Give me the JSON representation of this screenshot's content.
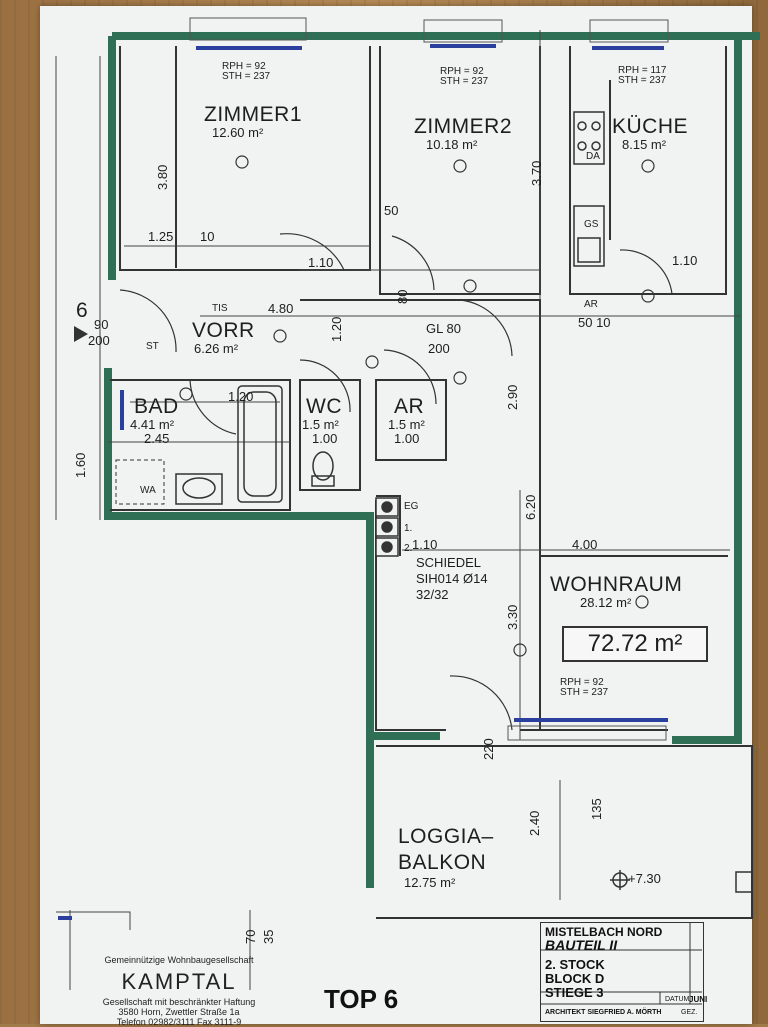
{
  "rooms": [
    {
      "id": "zimmer1",
      "name": "ZIMMER1",
      "area": "12.60 m²",
      "rph": "RPH = 92",
      "sth": "STH = 237"
    },
    {
      "id": "zimmer2",
      "name": "ZIMMER2",
      "area": "10.18 m²",
      "rph": "RPH = 92",
      "sth": "STH = 237"
    },
    {
      "id": "kueche",
      "name": "KÜCHE",
      "area": "8.15 m²",
      "rph": "RPH = 117",
      "sth": "STH = 237"
    },
    {
      "id": "vorr",
      "name": "VORR",
      "area": "6.26 m²"
    },
    {
      "id": "bad",
      "name": "BAD",
      "area": "4.41 m²"
    },
    {
      "id": "wc",
      "name": "WC",
      "area": "1.5 m²"
    },
    {
      "id": "ar",
      "name": "AR",
      "area": "1.5 m²"
    },
    {
      "id": "wohnraum",
      "name": "WOHNRAUM",
      "area": "28.12 m²",
      "rph": "RPH = 92",
      "sth": "STH = 237"
    },
    {
      "id": "loggia",
      "name_line1": "LOGGIA–",
      "name_line2": "BALKON",
      "area": "12.75 m²"
    }
  ],
  "total_area": "72.72 m²",
  "chimney": {
    "line1": "SCHIEDEL",
    "line2": "SIH014 Ø14",
    "line3": "32/32"
  },
  "dimensions": {
    "d380": "3.80",
    "d370": "3.70",
    "d125": "1.25",
    "d110a": "1.10",
    "d110b": "1.10",
    "d480": "4.80",
    "d120a": "1.20",
    "d120b": "1.20",
    "d245": "2.45",
    "d100": "1.00",
    "d100b": "1.00",
    "d290": "2.90",
    "d620": "6.20",
    "d400": "4.00",
    "d110c": "1.10",
    "d330": "3.30",
    "d240": "2.40",
    "d730": "+7.30",
    "d160": "1.60",
    "d90": "90",
    "d200": "200",
    "d50": "50",
    "d10": "10",
    "d80": "80",
    "d220": "220",
    "d135": "135",
    "d7035a": "70",
    "d7035b": "35",
    "gl80": "GL 80",
    "gl200": "200",
    "ar5010": "50 10",
    "ar_small": "AR",
    "eg": "EG",
    "one": "1.",
    "two": "2.",
    "st": "ST",
    "tis": "TIS",
    "wa": "WA",
    "da": "DA",
    "gs": "GS",
    "n6": "6"
  },
  "logo": {
    "line1": "Gemeinnützige Wohnbaugesellschaft",
    "name": "KAMPTAL",
    "line2": "Gesellschaft mit beschränkter Haftung",
    "line3": "3580 Horn, Zwettler Straße 1a",
    "line4": "Telefon 02982/3111    Fax 3111-9"
  },
  "title_block": {
    "project1": "MISTELBACH NORD",
    "project2": "BAUTEIL II",
    "floor": "2. STOCK",
    "block": "BLOCK D",
    "stair": "STIEGE 3",
    "datum_label": "DATUM",
    "datum_value": "JUNI",
    "architect": "ARCHITEKT SIEGFRIED A. MÖRTH",
    "gez": "GEZ."
  },
  "sheet_label": "TOP 6",
  "colors": {
    "wall": "#2f6f55",
    "line": "#333333",
    "window": "#2b3f9e"
  }
}
